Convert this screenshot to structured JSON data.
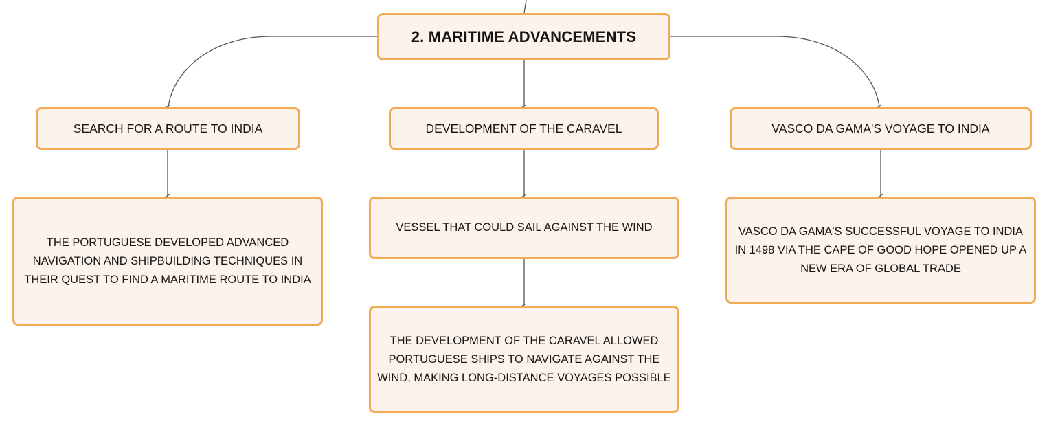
{
  "diagram": {
    "root": {
      "label": "2. MARITIME ADVANCEMENTS"
    },
    "branches": [
      {
        "label": "SEARCH FOR A ROUTE TO INDIA",
        "details": [
          "THE PORTUGUESE DEVELOPED ADVANCED NAVIGATION AND SHIPBUILDING TECHNIQUES IN THEIR QUEST TO FIND A MARITIME ROUTE TO INDIA"
        ]
      },
      {
        "label": "DEVELOPMENT OF THE CARAVEL",
        "details": [
          "VESSEL THAT COULD SAIL AGAINST THE WIND",
          "THE DEVELOPMENT OF THE CARAVEL ALLOWED PORTUGUESE SHIPS TO NAVIGATE AGAINST THE WIND, MAKING LONG-DISTANCE VOYAGES POSSIBLE"
        ]
      },
      {
        "label": "VASCO DA GAMA'S VOYAGE TO INDIA",
        "details": [
          "VASCO DA GAMA'S SUCCESSFUL VOYAGE TO INDIA IN 1498 VIA THE CAPE OF GOOD HOPE OPENED UP A NEW ERA OF GLOBAL TRADE"
        ]
      }
    ],
    "colors": {
      "node_fill": "#fdf3ea",
      "node_border": "#f2aa55",
      "connector": "#555555",
      "text": "#161616"
    }
  }
}
